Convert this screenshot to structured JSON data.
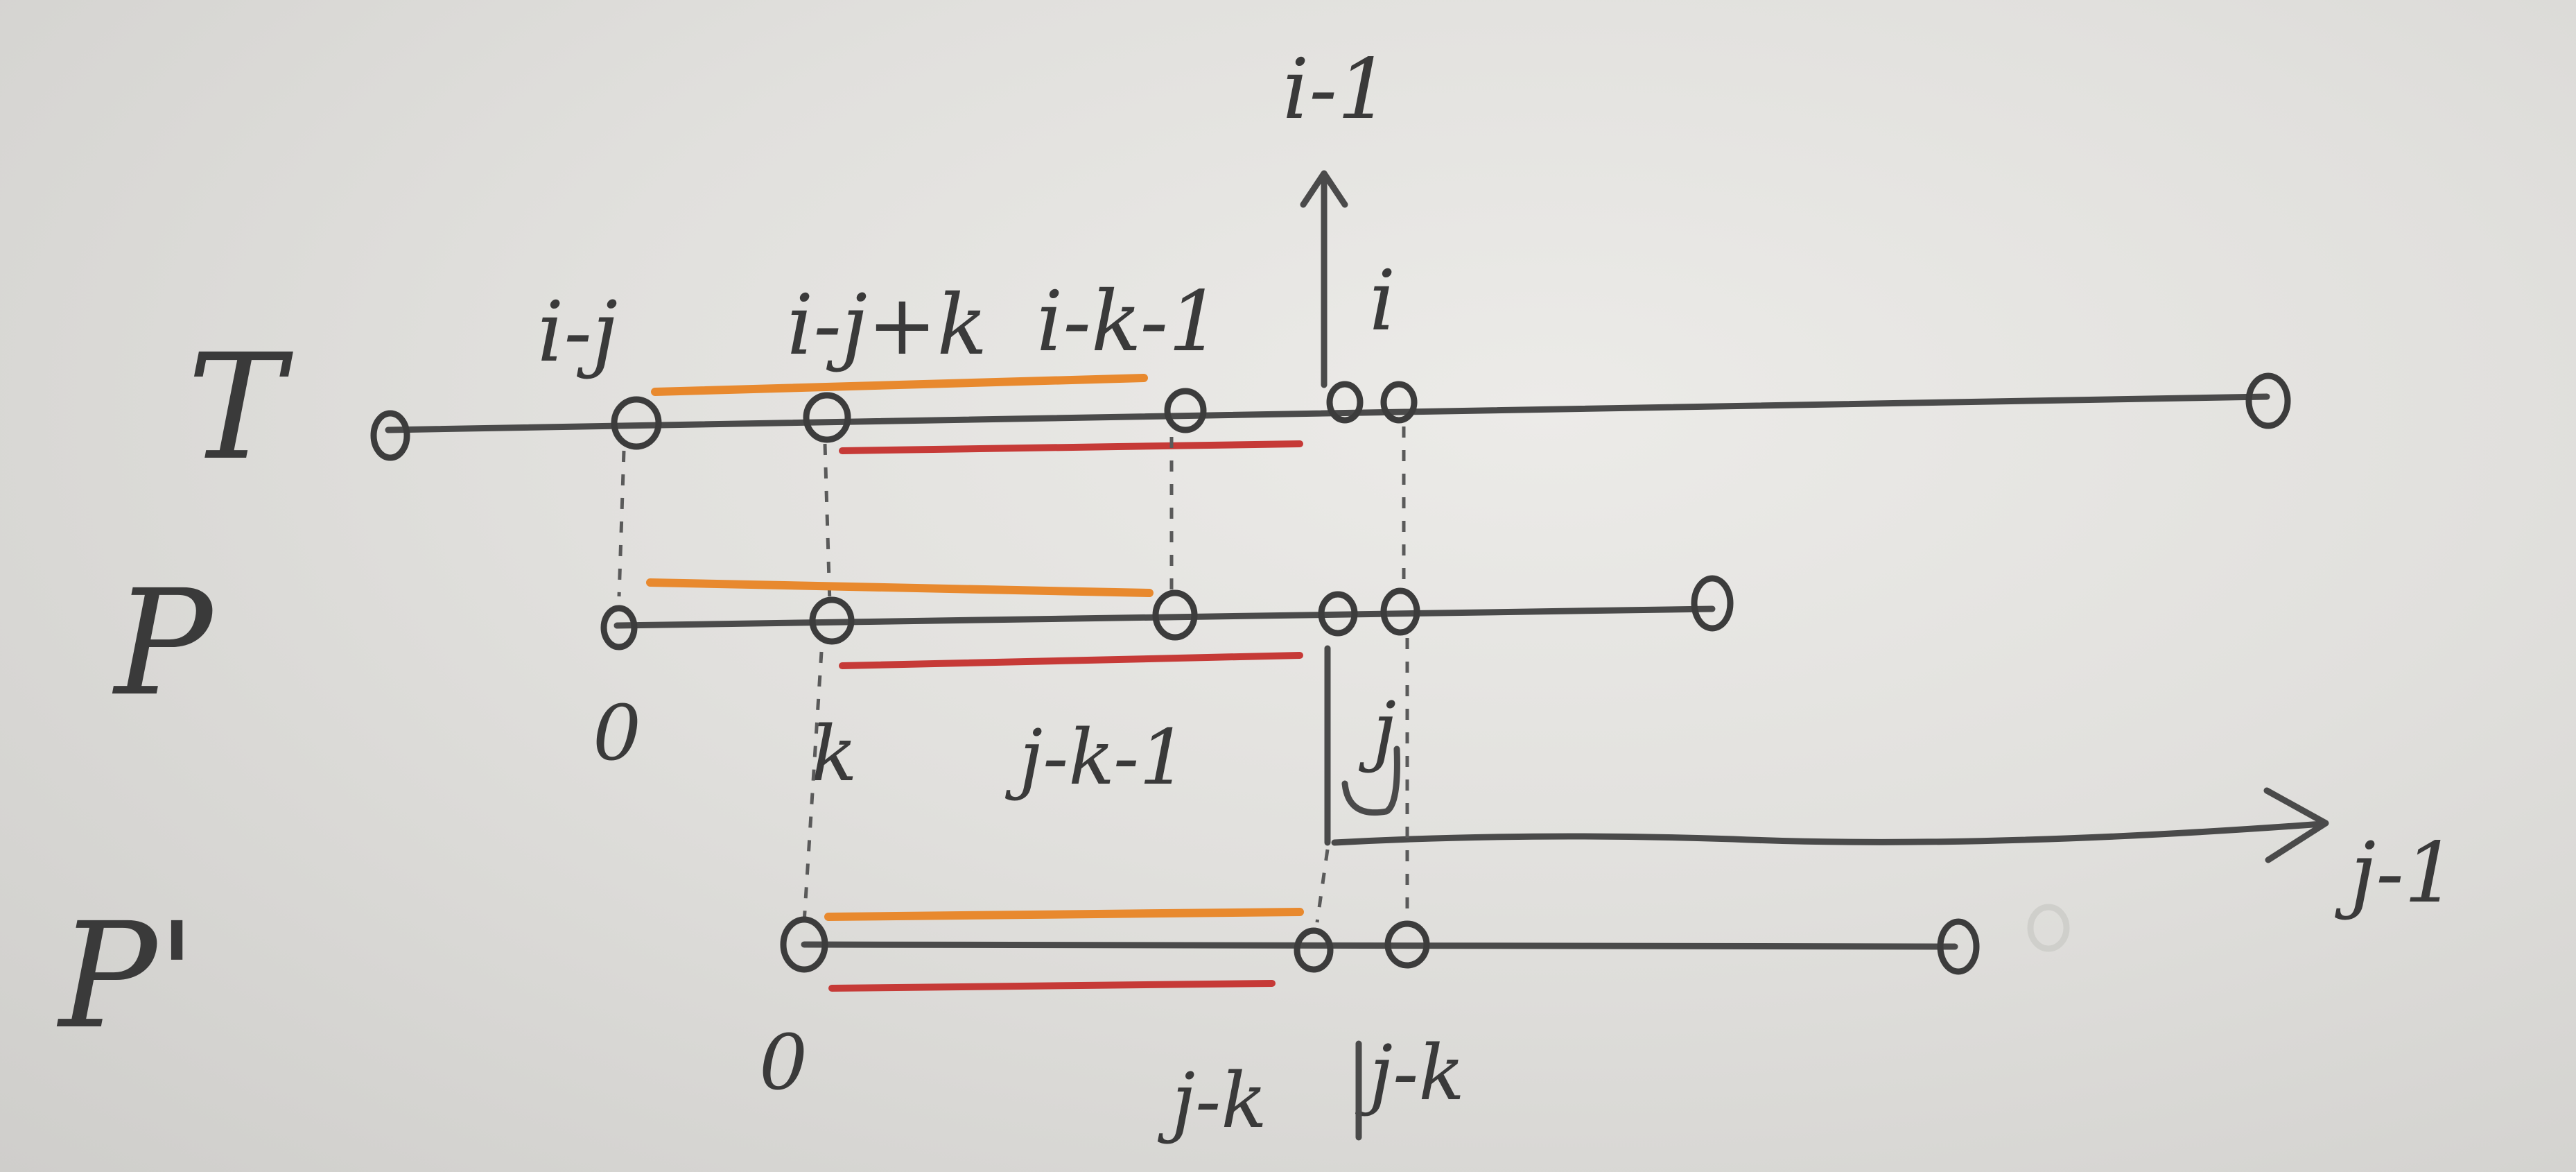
{
  "rows": {
    "t": {
      "name": "T",
      "top_labels": [
        "i-j",
        "i-j+k",
        "i-k-1",
        "i"
      ]
    },
    "p": {
      "name": "P",
      "bottom_labels": [
        "0",
        "k",
        "j-k-1",
        "j"
      ]
    },
    "p_prime": {
      "name": "P'",
      "bottom_labels": [
        "0",
        "j-k",
        "j-k"
      ]
    }
  },
  "arrows": {
    "up_label": "i-1",
    "right_label": "j-1"
  },
  "colors": {
    "orange": "#e8892e",
    "red": "#c63a37",
    "pencil": "#4a4a4a"
  }
}
